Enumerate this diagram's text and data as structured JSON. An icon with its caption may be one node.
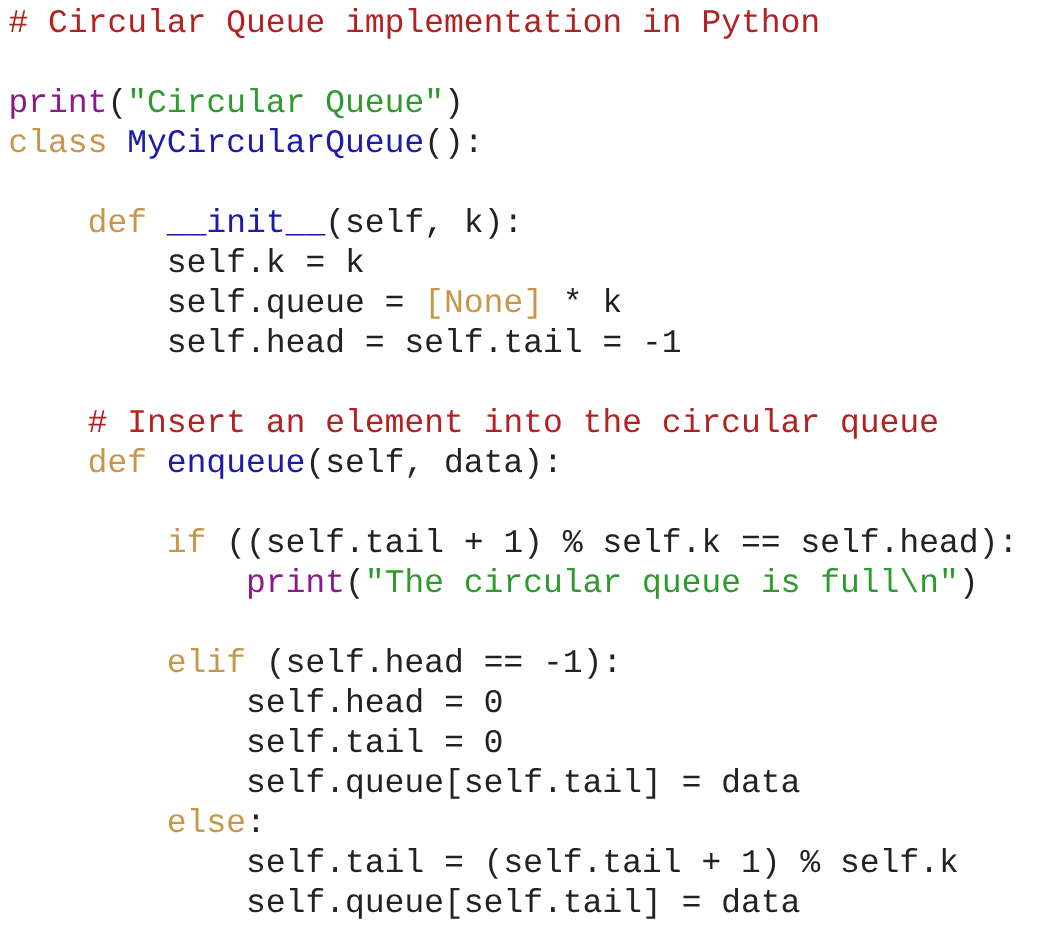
{
  "diagram": {
    "labels": [
      "# Circular Queue implementation in Python",
      "print",
      "(",
      "\"Circular Queue\"",
      ")",
      "class",
      "MyCircularQueue",
      "():",
      "def",
      "__init__",
      "(self, k):",
      "self.k = k",
      "self.queue =",
      "[None]",
      "* k",
      "self.head = self.tail = -1",
      "# Insert an element into the circular queue",
      "def",
      "enqueue",
      "(self, data):",
      "if",
      "((self.tail + 1) % self.k == self.head):",
      "print",
      "(",
      "\"The circular queue is full\\n\"",
      ")",
      "elif",
      "(self.head == -1):",
      "self.head = 0",
      "self.tail = 0",
      "self.queue[self.tail] = data",
      "else",
      ":",
      "self.tail = (self.tail + 1) % self.k",
      "self.queue[self.tail] = data"
    ]
  }
}
